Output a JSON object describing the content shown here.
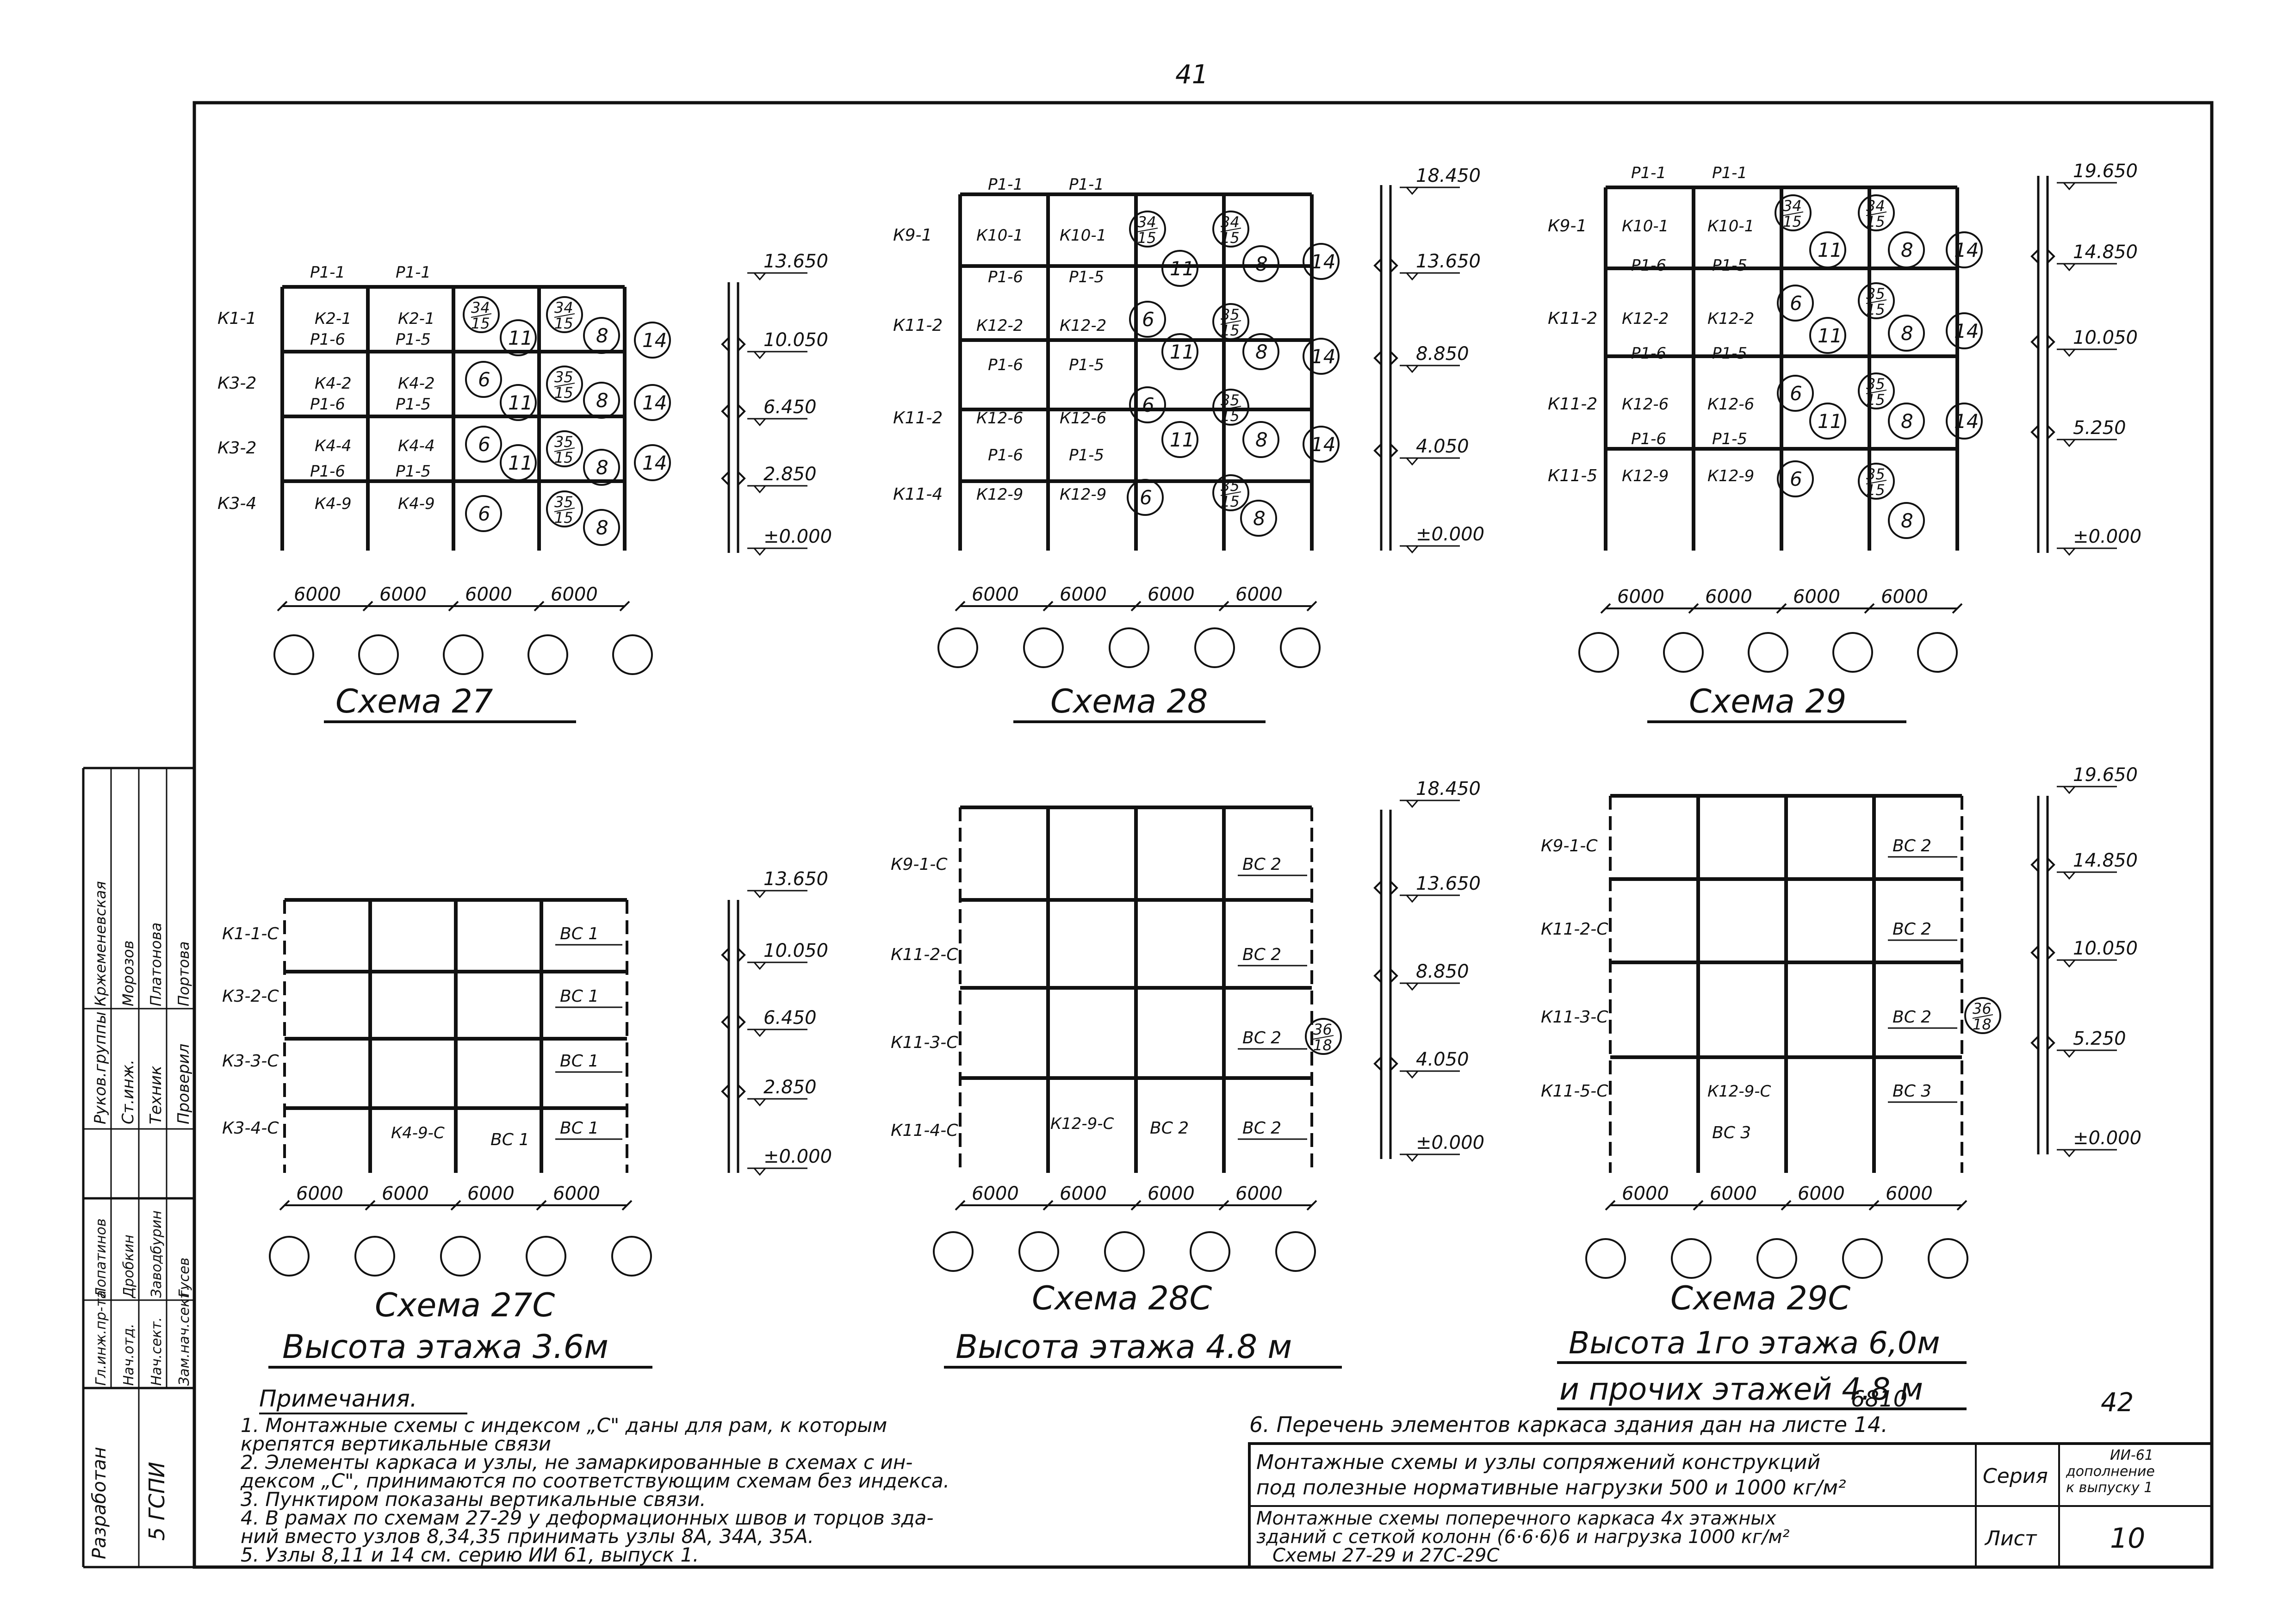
{
  "page_number": "41",
  "schemes": {
    "s27": {
      "title": "Схема 27",
      "beams": [
        "Р1-1",
        "Р1-1",
        "Р1-6",
        "Р1-5",
        "Р1-6",
        "Р1-5",
        "Р1-6",
        "Р1-5"
      ],
      "cols": [
        "К1-1",
        "К3-2",
        "К3-2",
        "К3-4"
      ],
      "cols_inner": [
        "К2-1",
        "К2-1",
        "К4-2",
        "К4-2",
        "К4-4",
        "К4-4",
        "К4-9",
        "К4-9"
      ],
      "levels": [
        "13.650",
        "10.050",
        "6.450",
        "2.850",
        "±0.000"
      ]
    },
    "s28": {
      "title": "Схема 28",
      "beams": [
        "Р1-1",
        "Р1-1",
        "Р1-6",
        "Р1-5",
        "Р1-6",
        "Р1-5",
        "Р1-6",
        "Р1-5"
      ],
      "cols": [
        "К9-1",
        "К11-2",
        "К11-2",
        "К11-4"
      ],
      "cols_inner": [
        "К10-1",
        "К10-1",
        "К12-2",
        "К12-2",
        "К12-6",
        "К12-6",
        "К12-9",
        "К12-9"
      ],
      "levels": [
        "18.450",
        "13.650",
        "8.850",
        "4.050",
        "±0.000"
      ]
    },
    "s29": {
      "title": "Схема 29",
      "beams": [
        "Р1-1",
        "Р1-1",
        "Р1-6",
        "Р1-5",
        "Р1-6",
        "Р1-5",
        "Р1-6",
        "Р1-5"
      ],
      "cols": [
        "К9-1",
        "К11-2",
        "К11-2",
        "К11-5"
      ],
      "cols_inner": [
        "К10-1",
        "К10-1",
        "К12-2",
        "К12-2",
        "К12-6",
        "К12-6",
        "К12-9",
        "К12-9"
      ],
      "levels": [
        "19.650",
        "14.850",
        "10.050",
        "5.250",
        "±0.000"
      ]
    },
    "s27c": {
      "title": "Схема 27С",
      "cols": [
        "К1-1-С",
        "К3-2-С",
        "К3-3-С",
        "К3-4-С"
      ],
      "extra": "К4-9-С",
      "braces": [
        "ВС 1",
        "ВС 1",
        "ВС 1",
        "ВС 1",
        "ВС 1"
      ],
      "levels": [
        "13.650",
        "10.050",
        "6.450",
        "2.850",
        "±0.000"
      ],
      "height": "Высота этажа 3.6м"
    },
    "s28c": {
      "title": "Схема 28С",
      "cols": [
        "К9-1-С",
        "К11-2-С",
        "К11-3-С",
        "К11-4-С"
      ],
      "extra": "К12-9-С",
      "braces": [
        "ВС 2",
        "ВС 2",
        "ВС 2",
        "ВС 2",
        "ВС 2"
      ],
      "levels": [
        "18.450",
        "13.650",
        "8.850",
        "4.050",
        "±0.000"
      ],
      "height": "Высота этажа 4.8 м"
    },
    "s29c": {
      "title": "Схема 29С",
      "cols": [
        "К9-1-С",
        "К11-2-С",
        "К11-3-С",
        "К11-5-С"
      ],
      "extra": "К12-9-С",
      "braces": [
        "ВС 2",
        "ВС 2",
        "ВС 2",
        "ВС 3",
        "ВС 3"
      ],
      "levels": [
        "19.650",
        "14.850",
        "10.050",
        "5.250",
        "±0.000"
      ],
      "height1": "Высота 1го этажа 6,0м",
      "height2": "и прочих этажей 4.8 м"
    }
  },
  "span": "6000",
  "nodes": {
    "n6": "6",
    "n8": "8",
    "n11": "11",
    "n14": "14",
    "n34": "34",
    "n35": "35",
    "n15": "15",
    "n36": "36",
    "n18": "18"
  },
  "notes": {
    "heading": "Примечания.",
    "lines": [
      "1. Монтажные схемы с индексом „С\" даны        для рам, к которым",
      "    крепятся вертикальные связи",
      "2. Элементы каркаса и узлы, не замаркированные в схемах с ин-",
      "    дексом „С\", принимаются по соответствующим схемам без индекса.",
      "3. Пунктиром показаны вертикальные связи.",
      "4. В рамах по схемам 27-29 у деформационных швов и торцов зда-",
      "    ний вместо узлов 8,34,35 принимать узлы 8А, 34А, 35А.",
      "5. Узлы 8,11 и 14 см. серию ИИ 61, выпуск 1."
    ],
    "note6": "6. Перечень   элементов каркаса здания дан на листе 14."
  },
  "stamp": {
    "codes": "6810",
    "page_small": "42",
    "line1": "Монтажные схемы и узлы сопряжений конструкций",
    "line2": "под полезные нормативные нагрузки 500 и 1000 кг/м²",
    "line3": "Монтажные схемы поперечного каркаса 4х этажных",
    "line4": "зданий с сеткой колонн (6·6·6)6 и нагрузка 1000 кг/м²",
    "line5": "Схемы 27-29 и 27С-29С",
    "seria_label": "Серия",
    "seria_value": "ИИ-61",
    "seria_sub1": "дополнение",
    "seria_sub2": "к выпуску 1",
    "list_label": "Лист",
    "list_value": "10"
  },
  "side_block": {
    "org": "Разработан",
    "org2": "5 ГСПИ",
    "roles": [
      "Руков.группы",
      "Ст.инж.",
      "Техник",
      "Проверил",
      "Гл.инж.пр-та",
      "Нач.отд.",
      "Нач.сект.",
      "Зам.нач.сект."
    ],
    "names": [
      "Кржеменевская",
      "Морозов",
      "Платонова",
      "Портова",
      "Лопатинов",
      "Дробкин",
      "Заводбурин",
      "Гусев"
    ]
  }
}
